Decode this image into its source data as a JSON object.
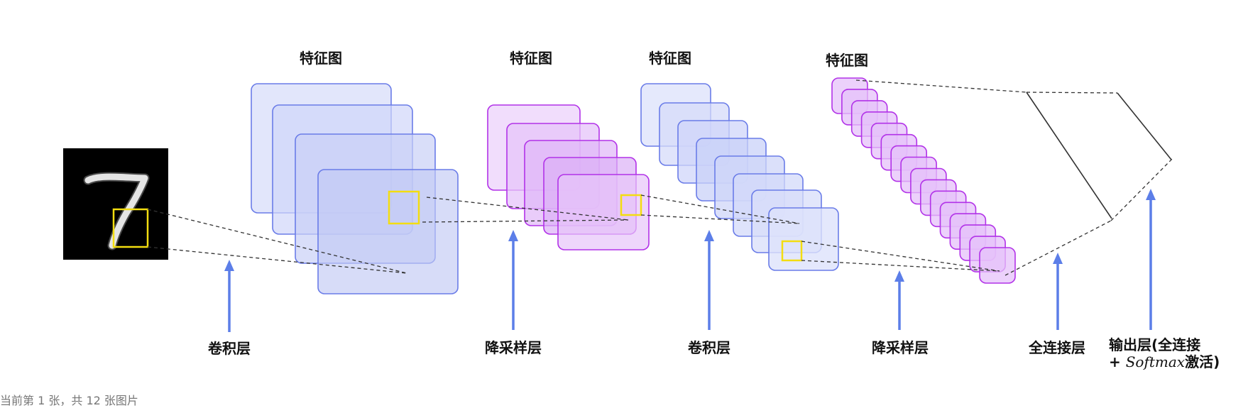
{
  "feature_map_label": "特征图",
  "layers": {
    "conv1": "卷积层",
    "pool1": "降采样层",
    "conv2": "卷积层",
    "pool2": "降采样层",
    "fc": "全连接层",
    "output_line1": "输出层(全连接",
    "output_plus": "+ ",
    "output_softmax": "Softmax",
    "output_suffix": "激活)"
  },
  "footer": "当前第 1 张，共 12 张图片",
  "input_digit": "7",
  "colors": {
    "blue_fill": "#c9d0f7",
    "blue_stroke": "#6678ea",
    "purple_fill": "#e2b6f7",
    "purple_stroke": "#b232e8",
    "highlight": "#f3dd10",
    "arrow": "#5c7ee8"
  }
}
